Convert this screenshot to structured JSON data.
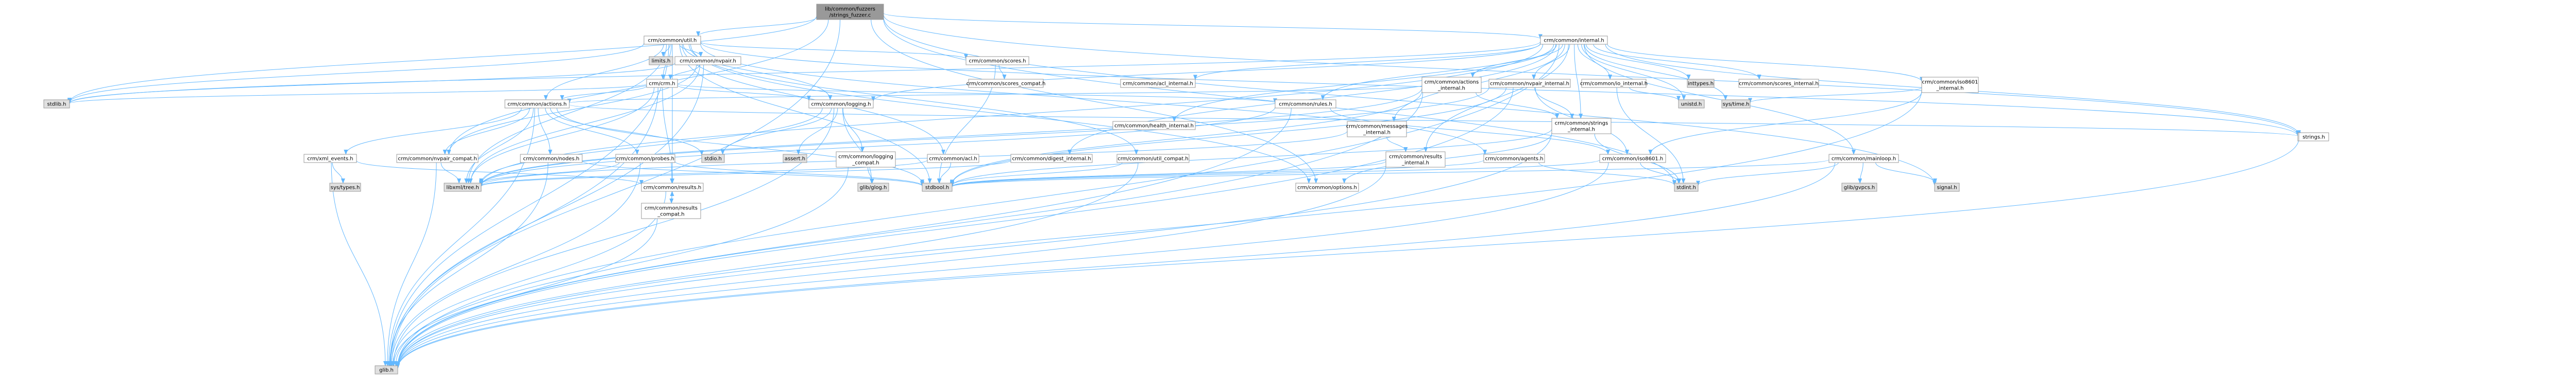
{
  "colors": {
    "root_fill": "#999999",
    "root_stroke": "#666666",
    "linked_fill": "#ffffff",
    "linked_text": "#000000",
    "red_text": "#ff0000",
    "external_fill": "#e0e0e0",
    "edge": "#63b8ff",
    "border": "#999999"
  },
  "nodes": [
    {
      "id": "root",
      "label": [
        "lib/common/fuzzers",
        "/strings_fuzzer.c"
      ],
      "kind": "root"
    },
    {
      "id": "util",
      "label": [
        "crm/common/util.h"
      ],
      "kind": "linked"
    },
    {
      "id": "internal",
      "label": [
        "crm/common/internal.h"
      ],
      "kind": "linked"
    },
    {
      "id": "limits",
      "label": [
        "limits.h"
      ],
      "kind": "external"
    },
    {
      "id": "stdlib",
      "label": [
        "stdlib.h"
      ],
      "kind": "external"
    },
    {
      "id": "strings",
      "label": [
        "strings.h"
      ],
      "kind": "linked"
    },
    {
      "id": "nvpair",
      "label": [
        "crm/common/nvpair.h"
      ],
      "kind": "linked"
    },
    {
      "id": "scores",
      "label": [
        "crm/common/scores.h"
      ],
      "kind": "linked"
    },
    {
      "id": "crm",
      "label": [
        "crm/crm.h"
      ],
      "kind": "red"
    },
    {
      "id": "scores_compat",
      "label": [
        "crm/common/scores_compat.h"
      ],
      "kind": "linked"
    },
    {
      "id": "acl_internal",
      "label": [
        "crm/common/acl_internal.h"
      ],
      "kind": "red"
    },
    {
      "id": "inttypes",
      "label": [
        "inttypes.h"
      ],
      "kind": "external"
    },
    {
      "id": "scores_internal",
      "label": [
        "crm/common/scores_internal.h"
      ],
      "kind": "linked"
    },
    {
      "id": "iso8601_internal",
      "label": [
        "crm/common/iso8601",
        "_internal.h"
      ],
      "kind": "red"
    },
    {
      "id": "actions_internal",
      "label": [
        "crm/common/actions",
        "_internal.h"
      ],
      "kind": "red"
    },
    {
      "id": "nvpair_internal",
      "label": [
        "crm/common/nvpair_internal.h"
      ],
      "kind": "linked"
    },
    {
      "id": "io_internal",
      "label": [
        "crm/common/io_internal.h"
      ],
      "kind": "red"
    },
    {
      "id": "unistd",
      "label": [
        "unistd.h"
      ],
      "kind": "external"
    },
    {
      "id": "systime",
      "label": [
        "sys/time.h"
      ],
      "kind": "external"
    },
    {
      "id": "actions",
      "label": [
        "crm/common/actions.h"
      ],
      "kind": "linked"
    },
    {
      "id": "logging",
      "label": [
        "crm/common/logging.h"
      ],
      "kind": "linked"
    },
    {
      "id": "rules",
      "label": [
        "crm/common/rules.h"
      ],
      "kind": "red"
    },
    {
      "id": "health_internal",
      "label": [
        "crm/common/health_internal.h"
      ],
      "kind": "red"
    },
    {
      "id": "messages_internal",
      "label": [
        "crm/common/messages",
        "_internal.h"
      ],
      "kind": "red"
    },
    {
      "id": "strings_internal",
      "label": [
        "crm/common/strings",
        "_internal.h"
      ],
      "kind": "linked"
    },
    {
      "id": "strings_h",
      "label": [
        "strings.h"
      ],
      "kind": "linked"
    },
    {
      "id": "iso8601",
      "label": [
        "crm/common/iso8601.h"
      ],
      "kind": "red"
    },
    {
      "id": "mainloop",
      "label": [
        "crm/common/mainloop.h"
      ],
      "kind": "red"
    },
    {
      "id": "signal",
      "label": [
        "signal.h"
      ],
      "kind": "external"
    },
    {
      "id": "glibvpcs",
      "label": [
        "glib/gvpcs.h"
      ],
      "kind": "external"
    },
    {
      "id": "stdint",
      "label": [
        "stdint.h"
      ],
      "kind": "external"
    },
    {
      "id": "xml_events",
      "label": [
        "crm/xml_events.h"
      ],
      "kind": "linked"
    },
    {
      "id": "nvpair_compat",
      "label": [
        "crm/common/nvpair_compat.h"
      ],
      "kind": "linked"
    },
    {
      "id": "nodes",
      "label": [
        "crm/common/nodes.h"
      ],
      "kind": "red"
    },
    {
      "id": "probes",
      "label": [
        "crm/common/probes.h"
      ],
      "kind": "linked"
    },
    {
      "id": "stdio",
      "label": [
        "stdio.h"
      ],
      "kind": "external"
    },
    {
      "id": "assert",
      "label": [
        "assert.h"
      ],
      "kind": "external"
    },
    {
      "id": "logging_compat",
      "label": [
        "crm/common/logging",
        "_compat.h"
      ],
      "kind": "linked"
    },
    {
      "id": "acl",
      "label": [
        "crm/common/acl.h"
      ],
      "kind": "linked"
    },
    {
      "id": "digest_internal",
      "label": [
        "crm/common/digest_internal.h"
      ],
      "kind": "linked"
    },
    {
      "id": "util_compat",
      "label": [
        "crm/common/util_compat.h"
      ],
      "kind": "linked"
    },
    {
      "id": "options",
      "label": [
        "crm/common/options.h"
      ],
      "kind": "linked"
    },
    {
      "id": "results_internal",
      "label": [
        "crm/common/results",
        "_internal.h"
      ],
      "kind": "linked"
    },
    {
      "id": "agents",
      "label": [
        "crm/common/agents.h"
      ],
      "kind": "linked"
    },
    {
      "id": "systypes",
      "label": [
        "sys/types.h"
      ],
      "kind": "external"
    },
    {
      "id": "results",
      "label": [
        "crm/common/results.h"
      ],
      "kind": "linked"
    },
    {
      "id": "libxml_tree",
      "label": [
        "libxml/tree.h"
      ],
      "kind": "external"
    },
    {
      "id": "glib",
      "label": [
        "glib.h"
      ],
      "kind": "external"
    },
    {
      "id": "stdbool",
      "label": [
        "stdbool.h"
      ],
      "kind": "external"
    },
    {
      "id": "glib_log",
      "label": [
        "glib/glog.h"
      ],
      "kind": "external"
    },
    {
      "id": "results_compat",
      "label": [
        "crm/common/results",
        "_compat.h"
      ],
      "kind": "linked"
    }
  ],
  "edges": [
    [
      "root",
      "util"
    ],
    [
      "root",
      "internal"
    ],
    [
      "root",
      "stdlib"
    ],
    [
      "root",
      "glib"
    ],
    [
      "root",
      "strings"
    ],
    [
      "root",
      "stdint"
    ],
    [
      "root",
      "signal"
    ],
    [
      "root",
      "nvpair_compat"
    ],
    [
      "root",
      "options"
    ],
    [
      "util",
      "limits"
    ],
    [
      "util",
      "stdlib"
    ],
    [
      "util",
      "nvpair"
    ],
    [
      "util",
      "scores"
    ],
    [
      "util",
      "crm"
    ],
    [
      "util",
      "glib"
    ],
    [
      "util",
      "libxml_tree"
    ],
    [
      "util",
      "stdbool"
    ],
    [
      "util",
      "actions"
    ],
    [
      "util",
      "acl"
    ],
    [
      "util",
      "agents"
    ],
    [
      "util",
      "results"
    ],
    [
      "util",
      "strings"
    ],
    [
      "util",
      "util_compat"
    ],
    [
      "util",
      "logging"
    ],
    [
      "util",
      "options"
    ],
    [
      "internal",
      "inttypes"
    ],
    [
      "internal",
      "unistd"
    ],
    [
      "internal",
      "glib"
    ],
    [
      "internal",
      "scores_internal"
    ],
    [
      "internal",
      "iso8601_internal"
    ],
    [
      "internal",
      "actions_internal"
    ],
    [
      "internal",
      "nvpair_internal"
    ],
    [
      "internal",
      "io_internal"
    ],
    [
      "internal",
      "health_internal"
    ],
    [
      "internal",
      "messages_internal"
    ],
    [
      "internal",
      "strings_internal"
    ],
    [
      "internal",
      "acl_internal"
    ],
    [
      "internal",
      "digest_internal"
    ],
    [
      "internal",
      "results_internal"
    ],
    [
      "internal",
      "mainloop"
    ],
    [
      "internal",
      "libxml_tree"
    ],
    [
      "internal",
      "rules"
    ],
    [
      "internal",
      "logging"
    ],
    [
      "internal",
      "strings_h"
    ],
    [
      "internal",
      "stdlib"
    ],
    [
      "internal",
      "systime"
    ],
    [
      "nvpair",
      "glib"
    ],
    [
      "nvpair",
      "libxml_tree"
    ],
    [
      "nvpair",
      "nvpair_compat"
    ],
    [
      "nvpair",
      "crm"
    ],
    [
      "nvpair",
      "stdlib"
    ],
    [
      "scores",
      "scores_compat"
    ],
    [
      "scores",
      "stdbool"
    ],
    [
      "crm",
      "stdlib"
    ],
    [
      "crm",
      "glib"
    ],
    [
      "crm",
      "libxml_tree"
    ],
    [
      "crm",
      "actions"
    ],
    [
      "crm",
      "logging"
    ],
    [
      "crm",
      "results"
    ],
    [
      "crm",
      "rules"
    ],
    [
      "iso8601_internal",
      "systime"
    ],
    [
      "iso8601_internal",
      "glib"
    ],
    [
      "iso8601_internal",
      "iso8601"
    ],
    [
      "actions_internal",
      "stdbool"
    ],
    [
      "actions_internal",
      "glib"
    ],
    [
      "actions_internal",
      "libxml_tree"
    ],
    [
      "actions_internal",
      "actions"
    ],
    [
      "actions_internal",
      "strings_internal"
    ],
    [
      "nvpair_internal",
      "glib"
    ],
    [
      "nvpair_internal",
      "libxml_tree"
    ],
    [
      "nvpair_internal",
      "iso8601"
    ],
    [
      "nvpair_internal",
      "strings_internal"
    ],
    [
      "nvpair_internal",
      "stdbool"
    ],
    [
      "io_internal",
      "unistd"
    ],
    [
      "io_internal",
      "stdint"
    ],
    [
      "actions",
      "stdio"
    ],
    [
      "actions",
      "libxml_tree"
    ],
    [
      "actions",
      "glib"
    ],
    [
      "actions",
      "stdbool"
    ],
    [
      "actions",
      "xml_events"
    ],
    [
      "actions",
      "nodes"
    ],
    [
      "actions",
      "probes"
    ],
    [
      "actions",
      "strings_h"
    ],
    [
      "actions",
      "nvpair_compat"
    ],
    [
      "logging",
      "stdio"
    ],
    [
      "logging",
      "glib"
    ],
    [
      "logging",
      "libxml_tree"
    ],
    [
      "logging",
      "assert"
    ],
    [
      "logging",
      "logging_compat"
    ],
    [
      "logging",
      "glib_log"
    ],
    [
      "rules",
      "glib"
    ],
    [
      "rules",
      "libxml_tree"
    ],
    [
      "rules",
      "iso8601"
    ],
    [
      "messages_internal",
      "results_internal"
    ],
    [
      "messages_internal",
      "libxml_tree"
    ],
    [
      "strings_internal",
      "stdbool"
    ],
    [
      "strings_internal",
      "glib"
    ],
    [
      "strings_internal",
      "stdint"
    ],
    [
      "strings_internal",
      "options"
    ],
    [
      "strings_h",
      "glib"
    ],
    [
      "iso8601",
      "stdint"
    ],
    [
      "iso8601",
      "stdbool"
    ],
    [
      "iso8601",
      "glib"
    ],
    [
      "mainloop",
      "signal"
    ],
    [
      "mainloop",
      "glibvpcs"
    ],
    [
      "mainloop",
      "stdint"
    ],
    [
      "mainloop",
      "glib"
    ],
    [
      "mainloop",
      "stdbool"
    ],
    [
      "xml_events",
      "systypes"
    ],
    [
      "xml_events",
      "results"
    ],
    [
      "xml_events",
      "glib"
    ],
    [
      "nvpair_compat",
      "glib"
    ],
    [
      "nvpair_compat",
      "libxml_tree"
    ],
    [
      "nodes",
      "glib"
    ],
    [
      "nodes",
      "stdbool"
    ],
    [
      "probes",
      "glib"
    ],
    [
      "probes",
      "libxml_tree"
    ],
    [
      "probes",
      "stdbool"
    ],
    [
      "logging_compat",
      "glib"
    ],
    [
      "logging_compat",
      "glib_log"
    ],
    [
      "acl",
      "libxml_tree"
    ],
    [
      "acl",
      "stdbool"
    ],
    [
      "digest_internal",
      "libxml_tree"
    ],
    [
      "util_compat",
      "glib"
    ],
    [
      "util_compat",
      "stdbool"
    ],
    [
      "results_internal",
      "glib"
    ],
    [
      "results_internal",
      "stdbool"
    ],
    [
      "agents",
      "stdint"
    ],
    [
      "agents",
      "stdbool"
    ],
    [
      "results",
      "glib"
    ],
    [
      "results",
      "results_compat"
    ],
    [
      "results_compat",
      "glib"
    ],
    [
      "results_compat",
      "results"
    ]
  ]
}
